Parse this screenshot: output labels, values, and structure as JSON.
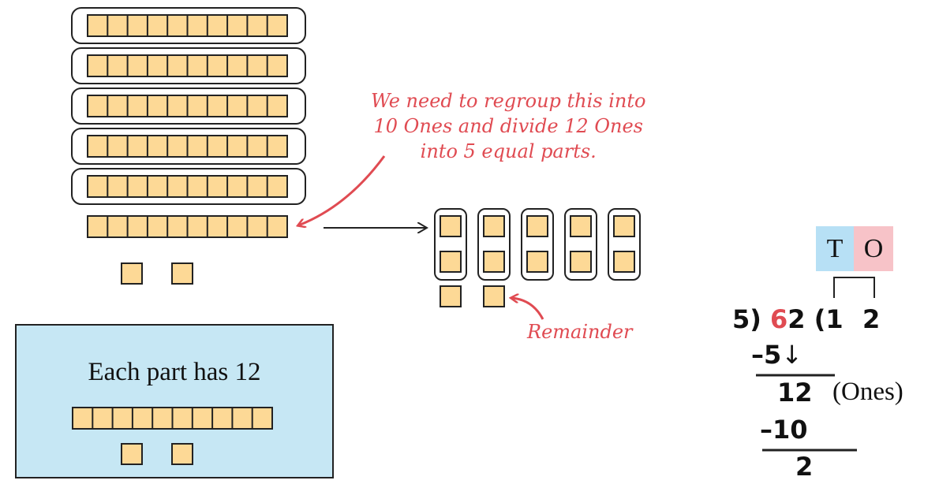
{
  "colors": {
    "block_fill": "#fdd996",
    "red": "#e04b52",
    "box_fill": "#c6e7f4",
    "tens_fill": "#b7e0f5",
    "ones_fill": "#f7c3c8"
  },
  "blocks": {
    "circled_ten_rods": 5,
    "regrouped_ten_rod": 1,
    "loose_ones": 2,
    "groups": 5,
    "ones_per_group": 2,
    "remainder_ones": 2
  },
  "annotations": {
    "regroup_note_line1": "We need to regroup this into",
    "regroup_note_line2": "10 Ones and divide 12 Ones",
    "regroup_note_line3": "into 5 equal parts.",
    "remainder": "Remainder"
  },
  "result_box": {
    "caption": "Each part has 12",
    "ten_rods": 1,
    "ones": 2
  },
  "place_value": {
    "tens": "T",
    "ones": "O"
  },
  "long_division": {
    "divisor": "5)",
    "dividend_tens": "6",
    "dividend_ones": "2",
    "quotient_open": "(",
    "quotient_tens": "1",
    "quotient_ones": "2",
    "step1_subtract": "–5",
    "step1_bring_down": "↓",
    "step2_value": "12",
    "step2_unit": "(Ones)",
    "step2_subtract": "–10",
    "remainder": "2"
  }
}
